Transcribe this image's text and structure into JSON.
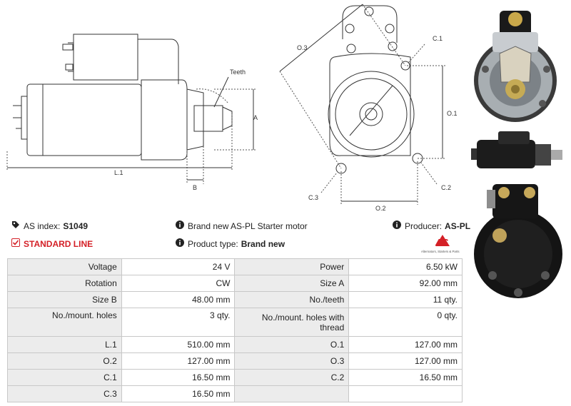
{
  "drawing_labels": {
    "teeth": "Teeth",
    "a": "A",
    "b": "B",
    "l1": "L.1",
    "o1": "O.1",
    "o2": "O.2",
    "o3": "O.3",
    "c1": "C.1",
    "c2": "C.2",
    "c3": "C.3"
  },
  "info": {
    "as_index_label": "AS index:",
    "as_index_value": "S1049",
    "standard_line": "STANDARD LINE",
    "description": "Brand new AS-PL Starter motor",
    "product_type_label": "Product type:",
    "product_type_value": "Brand new",
    "producer_label": "Producer:",
    "producer_value": "AS-PL"
  },
  "logo": {
    "mark": "AS",
    "tagline": "Alternators, Starters & Parts"
  },
  "specs": [
    {
      "k1": "Voltage",
      "v1": "24 V",
      "k2": "Power",
      "v2": "6.50 kW"
    },
    {
      "k1": "Rotation",
      "v1": "CW",
      "k2": "Size A",
      "v2": "92.00 mm"
    },
    {
      "k1": "Size B",
      "v1": "48.00 mm",
      "k2": "No./teeth",
      "v2": "11 qty."
    },
    {
      "k1": "No./mount. holes",
      "v1": "3 qty.",
      "k2": "No./mount. holes with thread",
      "v2": "0 qty."
    },
    {
      "k1": "L.1",
      "v1": "510.00 mm",
      "k2": "O.1",
      "v2": "127.00 mm"
    },
    {
      "k1": "O.2",
      "v1": "127.00 mm",
      "k2": "O.3",
      "v2": "127.00 mm"
    },
    {
      "k1": "C.1",
      "v1": "16.50 mm",
      "k2": "C.2",
      "v2": "16.50 mm"
    },
    {
      "k1": "C.3",
      "v1": "16.50 mm",
      "k2": "",
      "v2": ""
    }
  ],
  "colors": {
    "accent": "#d42027",
    "key_bg": "#ececec",
    "border": "#c8c8c8"
  }
}
